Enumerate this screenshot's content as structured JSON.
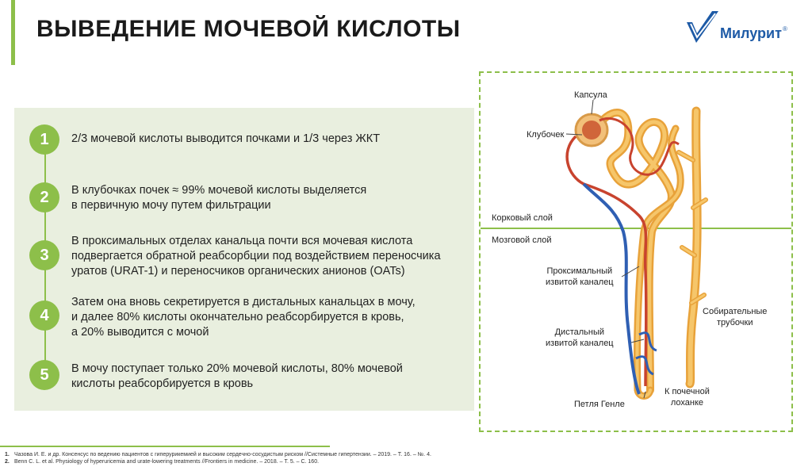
{
  "header": {
    "title": "ВЫВЕДЕНИЕ МОЧЕВОЙ КИСЛОТЫ",
    "logo_text": "Милурит",
    "logo_mark": "®",
    "accent_color": "#8dbf4a",
    "logo_color": "#1d5aa6"
  },
  "steps": [
    {
      "number": "1",
      "lines": [
        "2/3 мочевой кислоты выводится почками и 1/3 через ЖКТ"
      ]
    },
    {
      "number": "2",
      "lines": [
        "В клубочках почек ≈ 99% мочевой кислоты выделяется",
        "в первичную мочу путем фильтрации"
      ]
    },
    {
      "number": "3",
      "lines": [
        "В проксимальных отделах канальца почти вся мочевая кислота",
        "подвергается обратной реабсорбции под воздействием переносчика",
        "уратов (URAT-1) и переносчиков органических анионов (OATs)"
      ]
    },
    {
      "number": "4",
      "lines": [
        "Затем она вновь секретируется в дистальных канальцах в мочу,",
        "и далее 80% кислоты окончательно реабсорбируется в кровь,",
        "а 20% выводится с мочой"
      ]
    },
    {
      "number": "5",
      "lines": [
        "В мочу поступает только 20% мочевой кислоты, 80% мочевой",
        "кислоты реабсорбируется в кровь"
      ]
    }
  ],
  "diagram": {
    "labels": {
      "capsule": "Капсула",
      "glomerulus": "Клубочек",
      "cortex": "Корковый слой",
      "medulla": "Мозговой слой",
      "proximal_1": "Проксимальный",
      "proximal_2": "извитой каналец",
      "collecting_1": "Собирательные",
      "collecting_2": "трубочки",
      "distal_1": "Дистальный",
      "distal_2": "извитой каналец",
      "pelvis_1": "К почечной",
      "pelvis_2": "лоханке",
      "henle": "Петля Генле"
    }
  },
  "footnotes": [
    {
      "num": "1.",
      "text": "Чазова И. Е. и др. Консенсус по ведению пациентов с гиперурикемией и высоким сердечно-сосудистым риском //Системные гипертензии. – 2019. – Т. 16. – №. 4."
    },
    {
      "num": "2.",
      "text": "Benn C. L. et al. Physiology of hyperuricemia and urate-lowering treatments //Frontiers in medicine. – 2018. – Т. 5. – С. 160."
    }
  ]
}
